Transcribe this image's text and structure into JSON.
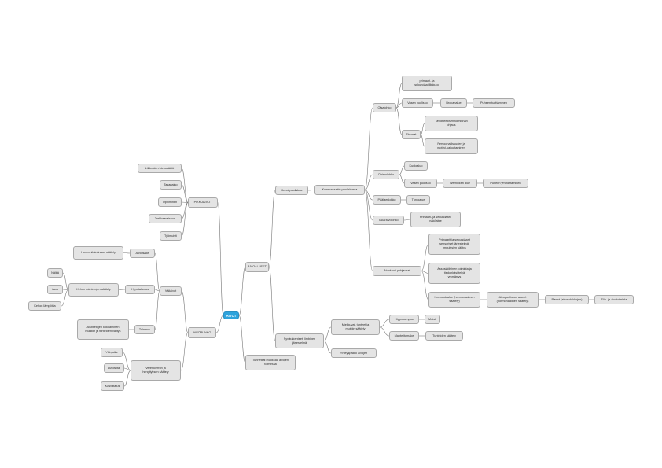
{
  "colors": {
    "root_fill": "#2ea3dc",
    "node_fill": "#e4e4e4",
    "node_border": "#a9a9a9",
    "link": "#7a7a7a"
  },
  "nodes": {
    "root": "AIVOT",
    "aivoalueet": "AIVOALUEET",
    "kehoi_puoliskoa": "Kehoi puoliskoa",
    "kummassakin": "Kummassakin puoliskossa",
    "otsalohko": "Otsalohko",
    "primaari": "primaari- ja\nsekundaarillinkuoo",
    "vasen_puolisko_1": "Vasen puolisko",
    "brocanalue": "Brocanalue",
    "puheen_tuottaminen": "Puheen tuottaminen",
    "etuosat": "Etuosat",
    "tavoitteellinen": "Tavoitteellisen toiminnan\nohjaus",
    "persoonallisuuden": "Persoonallisuuden ja\nmotiivi-vaikuttaminen",
    "ohimolohko": "Ohimolohko",
    "kuulokuo": "Kuuloaluo",
    "vasen_puolisko_2": "Vasen puolisko",
    "wernicke": "Wernicken alue",
    "puheen_ymmartaminen": "Puheen ymmärtäminen",
    "paalaenlohko": "Päälaenlohko",
    "tuntoalue": "Tuntoalue",
    "takaraivolohko": "Takaraivolohko",
    "primaari_nako": "Primaari- ja sekundaari-\nnäköalue",
    "aivokuori_pohjaosat": "Aivokuori pohjaosat",
    "primaarit_sekundaarit": "Primaarit ja sekundaarit\nsensoriset järjestelmät\nimpulssien välitys",
    "assosiaatio": "Assosiatiivinen toiminta ja\ntiedonkäsittelyä\nymmärrys",
    "hermostoalue": "Hermostoalue (hormonaalinen\nsäätely)",
    "aivopuolisko_alueet": "Aivopuoliskon alueet\n(hormonaalinen säätely)",
    "rasist": "Rasist (aivosolukkojen)",
    "elin_yhteydet": "Elin- ja aivotoiminta",
    "syvarakenteet": "Syvärakenteet, limbinen\njärjestelmä",
    "mielikuvat": "Mielikuvat, tunteet ja\nmuistin säätely",
    "hippokampus": "Hippokampus",
    "muisti": "Muisti",
    "mantelitumake": "Mantelitumake",
    "tunteiden_saately": "Tunteiden säätely",
    "yhteyspalkki": "Yhteyspalkki aivojen",
    "tunnetilat": "Tunnetilat muokkaa aivojen\ntoimintaa",
    "aivorunko": "AIVORUNKO",
    "valiaivot": "Väliaivot",
    "aivolisake": "Aivolisäke",
    "hormonitoiminnan": "Hormonitoiminnan säätely",
    "hypotalamus": "Hypotalamus",
    "kehon_tasapaino": "Kehon toimintojen säätely",
    "nalka": "Nälkä",
    "jano": "Jano",
    "kehon_lampotila": "Kehon lämpötila",
    "talamus": "Talamus",
    "aistitietojen": "Aistitietojen kokoaminen\nmuistiin ja tunteiden välitys",
    "ydinjatke": "Ydinjatke",
    "verenkierto": "Verenkierron ja\nhengityksen säätely",
    "aivosilta": "Aivosilta",
    "kasvuasteet": "Kasvatatus",
    "pikkuaivot": "PIKKUAIVOT",
    "liikkeiden": "Liikkeiden hienosäätö",
    "tasapaino": "Tasapaino",
    "oppiminen": "Oppiminen",
    "tarkkaavaisuus": "Tarkkaavaisuus",
    "tyomuisti": "Työmuisti"
  }
}
